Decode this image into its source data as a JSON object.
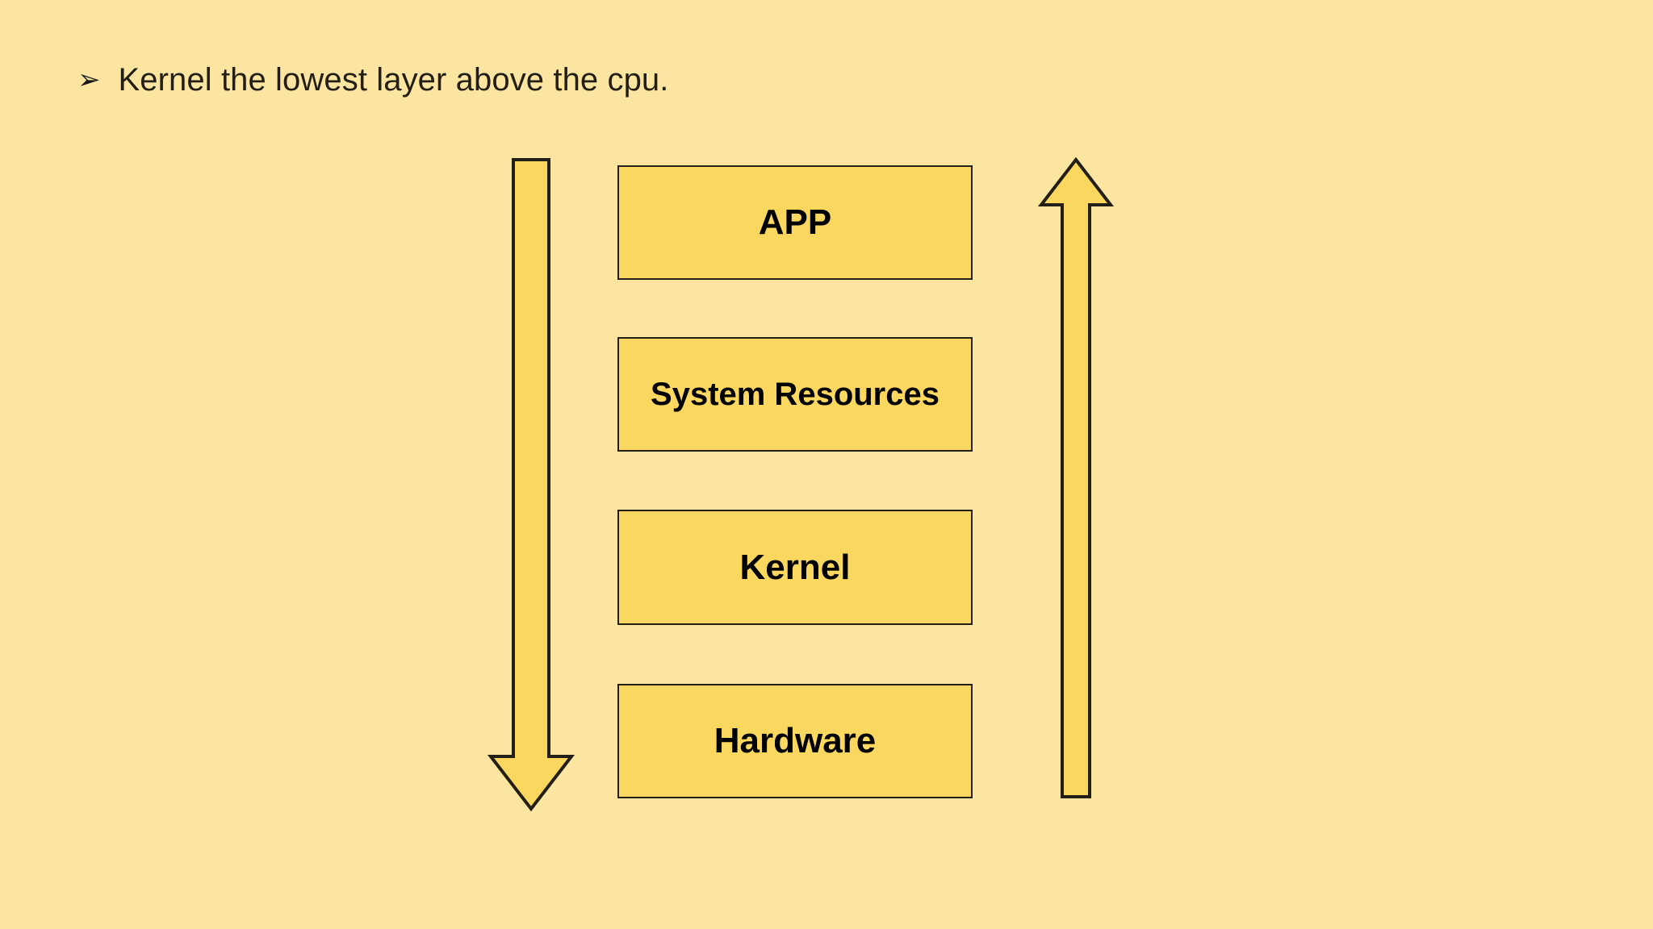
{
  "slide": {
    "background_color": "#fce5a0",
    "box_fill_color": "#fad75e",
    "box_border_color": "#231f17",
    "text_color": "#000000"
  },
  "bullet": {
    "marker": "➢",
    "marker_name": "arrowhead-bullet-icon",
    "text": "Kernel the lowest layer above the cpu."
  },
  "stack": {
    "layers": [
      {
        "id": "app",
        "label": "APP"
      },
      {
        "id": "sysres",
        "label": "System Resources"
      },
      {
        "id": "kernel",
        "label": "Kernel"
      },
      {
        "id": "hardware",
        "label": "Hardware"
      }
    ]
  },
  "arrows": [
    {
      "id": "down",
      "name": "down-arrow-icon",
      "direction": "down",
      "side": "left"
    },
    {
      "id": "up",
      "name": "up-arrow-icon",
      "direction": "up",
      "side": "right"
    }
  ]
}
